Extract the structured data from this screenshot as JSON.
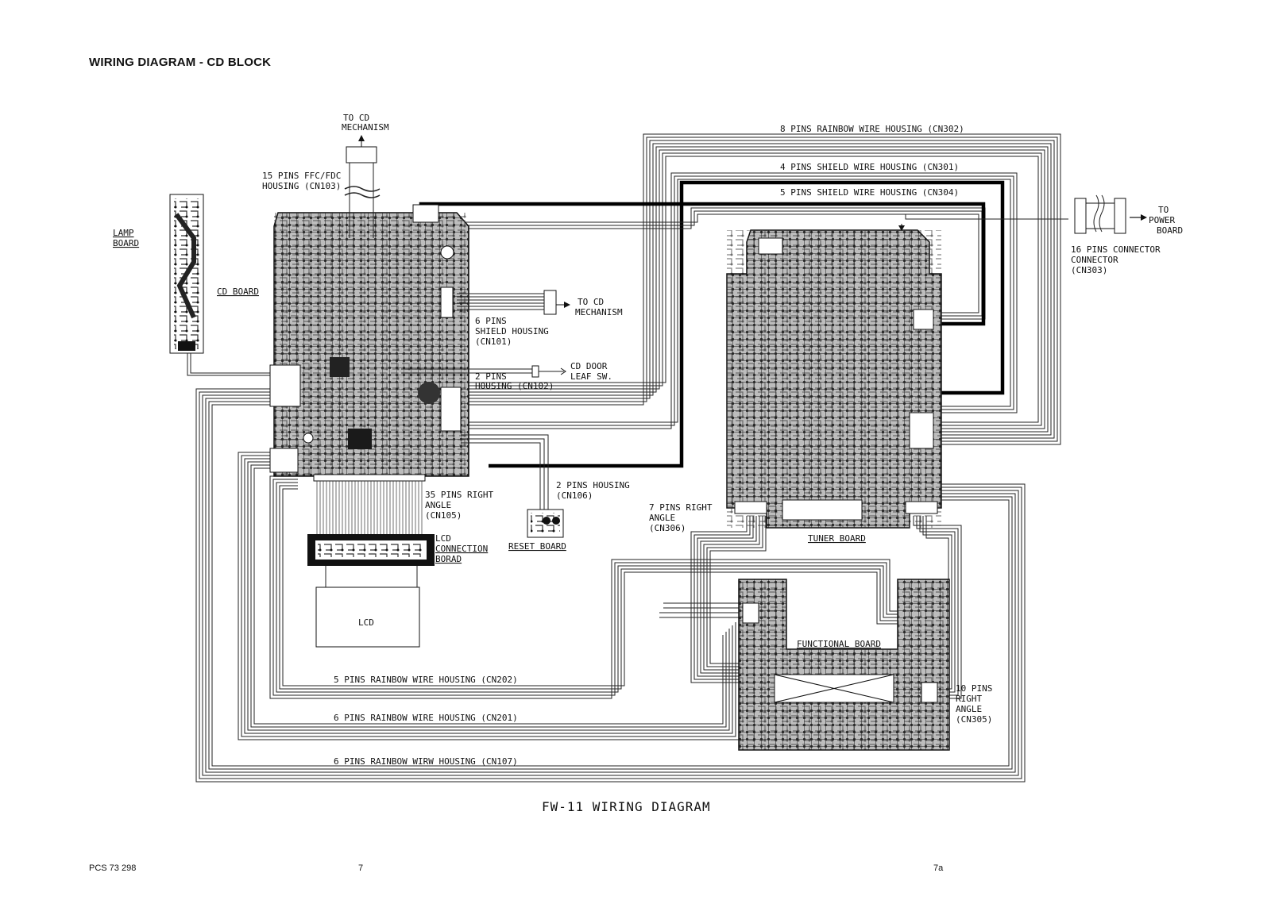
{
  "page": {
    "title": "WIRING DIAGRAM - CD BLOCK",
    "caption": "FW-11 WIRING DIAGRAM",
    "footer": {
      "doc_number": "PCS 73 298",
      "page_left": "7",
      "page_right": "7a"
    }
  },
  "boards": {
    "lamp": [
      "LAMP",
      "BOARD"
    ],
    "cd": "CD BOARD",
    "tuner": "TUNER BOARD",
    "functional": "FUNCTIONAL BOARD",
    "reset": "RESET BOARD",
    "lcd": "LCD",
    "lcd_connection": [
      "LCD",
      "CONNECTION",
      "BORAD"
    ]
  },
  "labels": {
    "to_cd_mech_top": [
      "TO CD",
      "MECHANISM"
    ],
    "cn103": [
      "15 PINS FFC/FDC",
      "HOUSING (CN103)"
    ],
    "cn101": [
      "6 PINS",
      "SHIELD HOUSING",
      "(CN101)"
    ],
    "to_cd_mech_right": [
      "TO CD",
      "MECHANISM"
    ],
    "door": [
      "CD DOOR",
      "LEAF SW."
    ],
    "cn102": [
      "2 PINS",
      "HOUSING (CN102)"
    ],
    "cn105": [
      "35 PINS RIGHT",
      "ANGLE",
      "(CN105)"
    ],
    "cn106": [
      "2 PINS HOUSING",
      "(CN106)"
    ],
    "cn306": [
      "7 PINS RIGHT",
      "ANGLE",
      "(CN306)"
    ],
    "cn302": "8 PINS RAINBOW WIRE HOUSING (CN302)",
    "cn301": "4 PINS SHIELD WIRE HOUSING (CN301)",
    "cn304": "5 PINS SHIELD WIRE HOUSING (CN304)",
    "to_power": [
      "TO",
      "POWER",
      "BOARD"
    ],
    "cn303": [
      "16 PINS CONNECTOR",
      "CONNECTOR",
      "(CN303)"
    ],
    "cn305": [
      "10 PINS",
      "RIGHT",
      "ANGLE",
      "(CN305)"
    ],
    "cn202": "5 PINS RAINBOW WIRE HOUSING (CN202)",
    "cn201": "6 PINS RAINBOW WIRE HOUSING (CN201)",
    "cn107": "6 PINS RAINBOW WIRW HOUSING (CN107)"
  }
}
